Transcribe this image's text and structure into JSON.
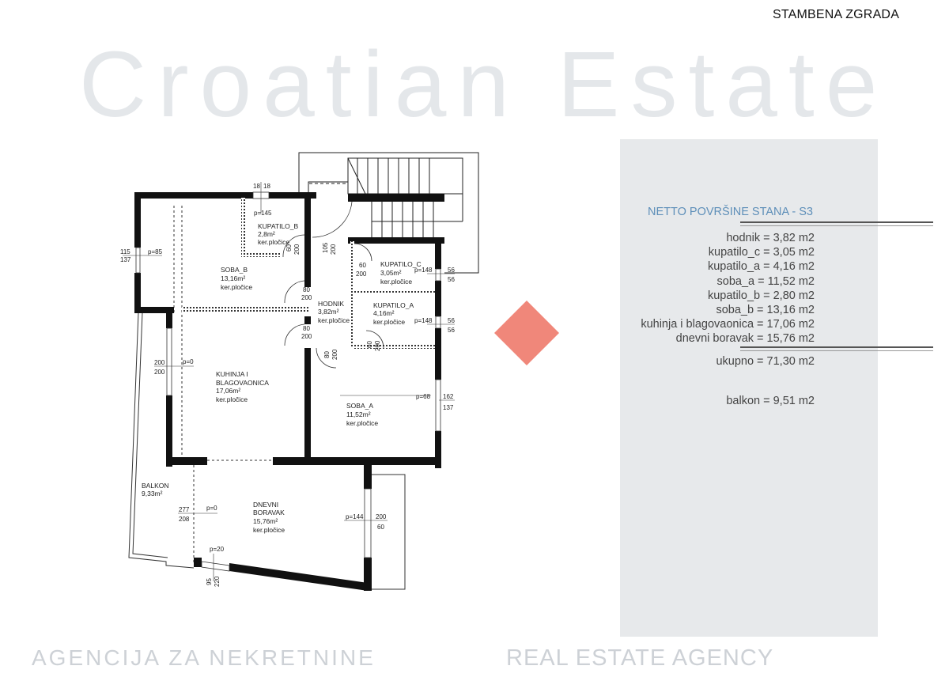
{
  "header": {
    "title": "STAMBENA ZGRADA"
  },
  "panel": {
    "title": "NETTO POVRŠINE STANA - S3",
    "areas": [
      "hodnik = 3,82 m2",
      "kupatilo_c = 3,05 m2",
      "kupatilo_a = 4,16 m2",
      "soba_a = 11,52 m2",
      "kupatilo_b = 2,80 m2",
      "soba_b = 13,16 m2",
      "kuhinja i blagovaonica = 17,06 m2",
      "dnevni boravak = 15,76 m2"
    ],
    "total": "ukupno = 71,30 m2",
    "balcony": "balkon = 9,51 m2"
  },
  "plan": {
    "rooms": {
      "kupatilo_b": {
        "name": "KUPATILO_B",
        "area": "2,8m²",
        "floor": "ker.pločice"
      },
      "soba_b": {
        "name": "SOBA_B",
        "area": "13,16m²",
        "floor": "ker.pločice"
      },
      "kupatilo_c": {
        "name": "KUPATILO_C",
        "area": "3,05m²",
        "floor": "ker.pločice"
      },
      "hodnik": {
        "name": "HODNIK",
        "area": "3,82m²",
        "floor": "ker.pločice"
      },
      "kupatilo_a": {
        "name": "KUPATILO_A",
        "area": "4,16m²",
        "floor": "ker.pločice"
      },
      "kuhinja": {
        "name1": "KUHINJA I",
        "name2": "BLAGOVAONICA",
        "area": "17,06m²",
        "floor": "ker.pločice"
      },
      "soba_a": {
        "name": "SOBA_A",
        "area": "11,52m²",
        "floor": "ker.pločice"
      },
      "balkon": {
        "name": "BALKON",
        "area": "9,33m²"
      },
      "dnevni": {
        "name1": "DNEVNI",
        "name2": "BORAVAK",
        "area": "15,76m²",
        "floor": "ker.pločice"
      }
    },
    "dims": {
      "w_top_a": "18",
      "w_top_b": "18",
      "p145": "p=145",
      "w_left_a": "115",
      "w_left_b": "137",
      "p85": "p=85",
      "d_kb_a": "60",
      "d_kb_b": "200",
      "d_h_a": "105",
      "d_h_b": "200",
      "d_kc_a": "60",
      "d_kc_b": "200",
      "p148a": "p=148",
      "w_kc_a": "56",
      "w_kc_b": "56",
      "d_sb_a": "80",
      "d_sb_b": "200",
      "d_k_a": "80",
      "d_k_b": "200",
      "p148b": "p=148",
      "w_ka_a": "56",
      "w_ka_b": "56",
      "d_ka_a": "60",
      "d_ka_b": "200",
      "d_sa_a": "80",
      "d_sa_b": "200",
      "w_kuh_a": "200",
      "w_kuh_b": "200",
      "p0a": "p=0",
      "p68": "p=68",
      "w_sa_a": "162",
      "w_sa_b": "137",
      "w_bal_a": "277",
      "w_bal_b": "208",
      "p0b": "p=0",
      "p144": "p=144",
      "w_db_a": "200",
      "w_db_b": "60",
      "p20": "p=20",
      "w_bot_a": "95",
      "w_bot_b": "220"
    }
  },
  "watermark": {
    "brand": "Croatian Estate",
    "sub_left": "AGENCIJA ZA NEKRETNINE",
    "sub_right": "REAL ESTATE AGENCY",
    "diamond_color": "#f0877a"
  }
}
